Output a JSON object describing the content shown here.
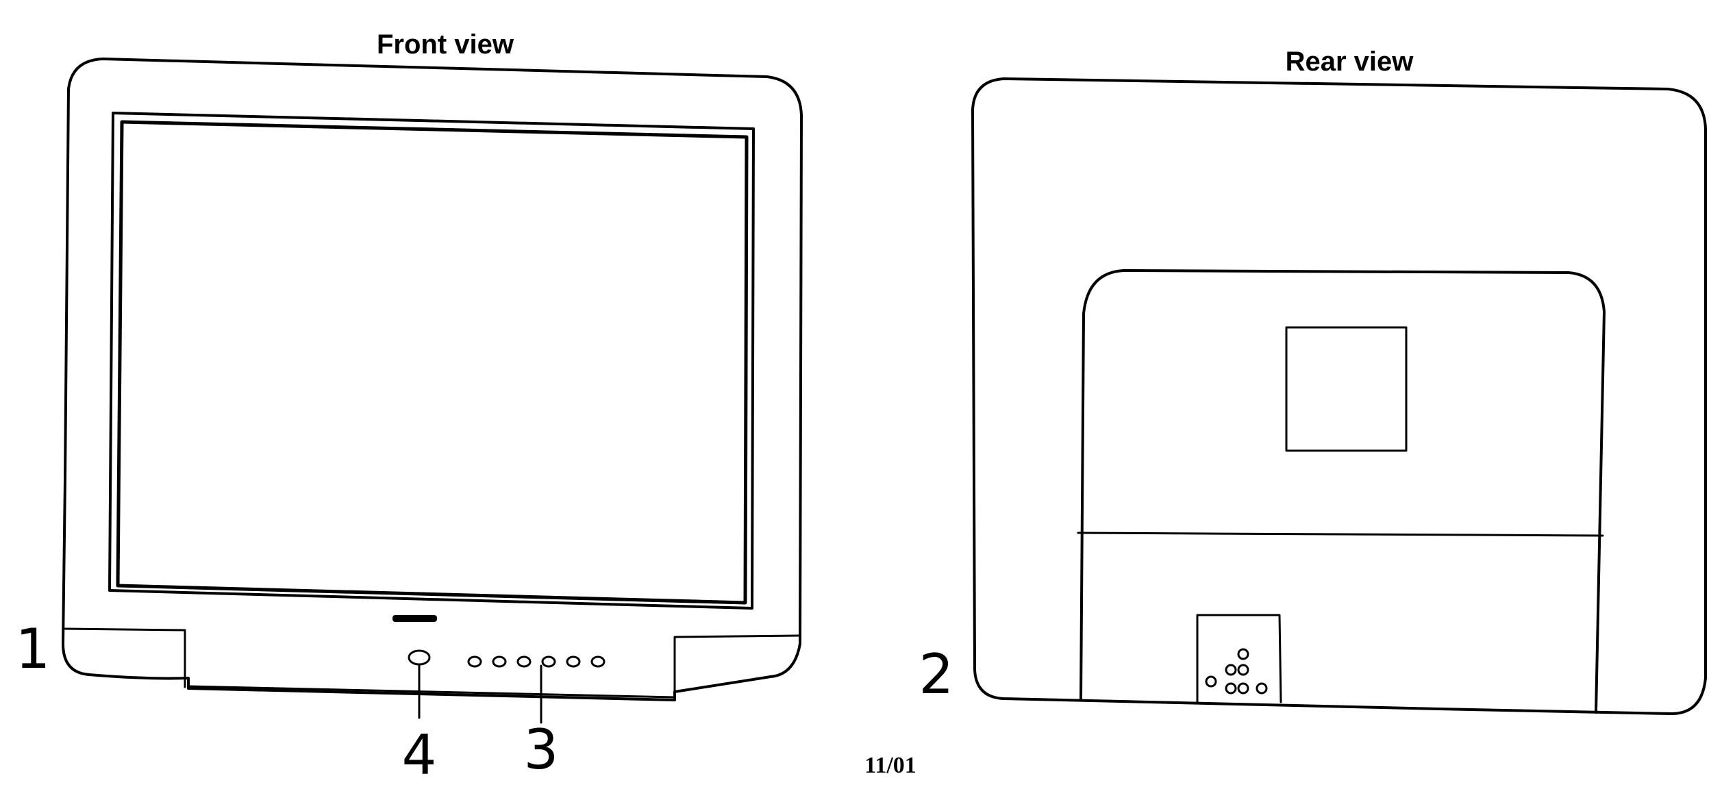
{
  "front": {
    "title": "Front view",
    "label_tv": "1",
    "label_power": "4",
    "label_buttons": "3",
    "button_count": 6
  },
  "rear": {
    "title": "Rear view",
    "label_tv": "2",
    "jack_count": 7
  },
  "footer": {
    "page_number": "11/01"
  }
}
